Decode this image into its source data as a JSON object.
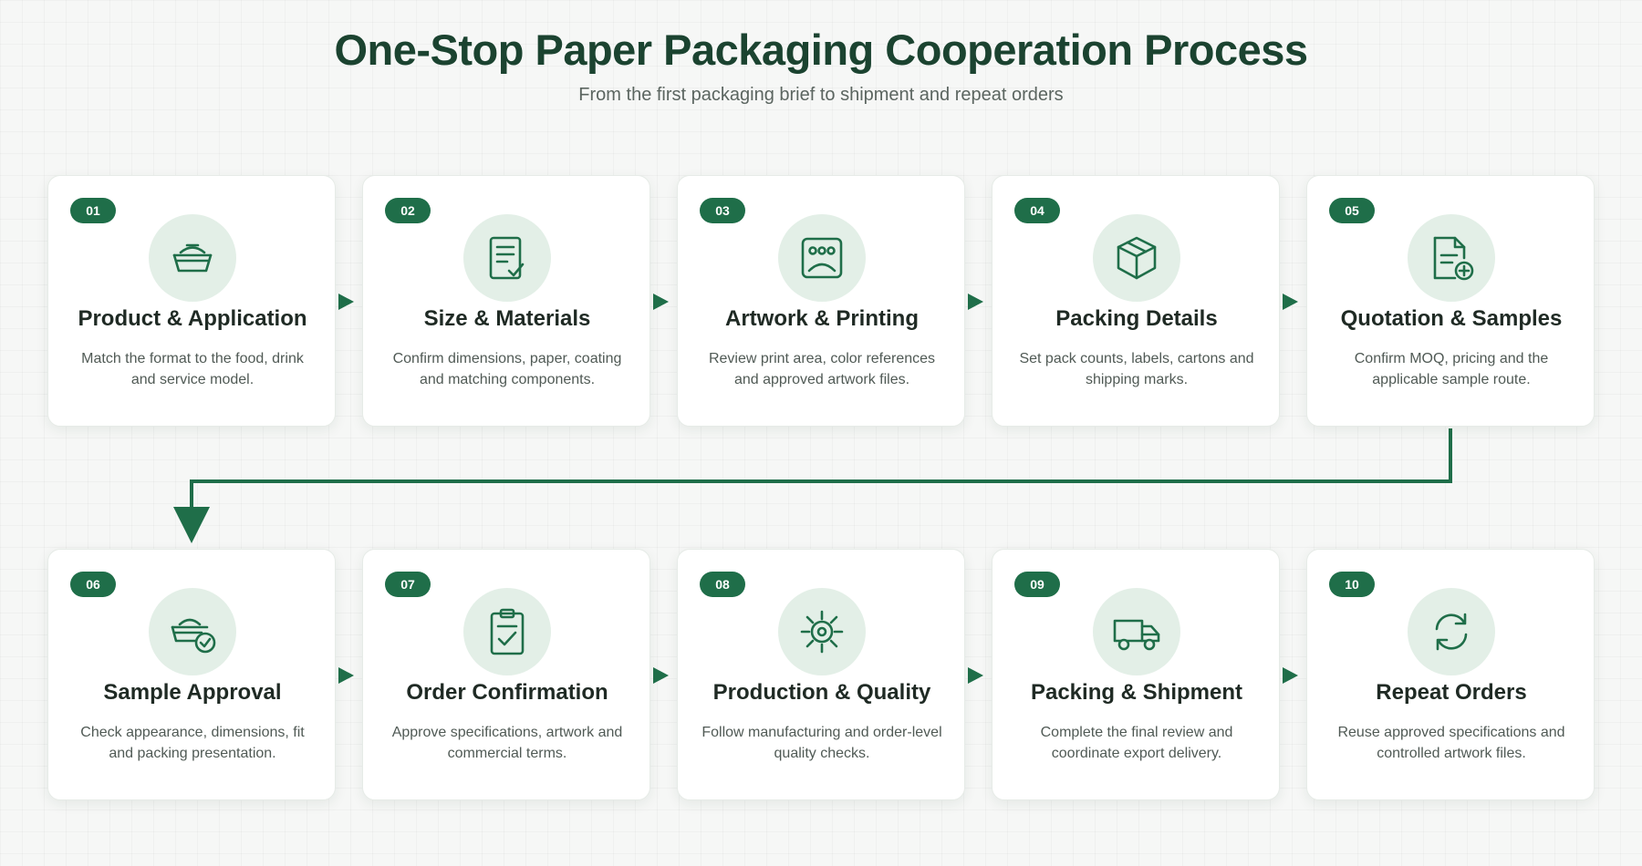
{
  "header": {
    "title": "One-Stop Paper Packaging Cooperation Process",
    "subtitle": "From the first packaging brief to shipment and repeat orders"
  },
  "colors": {
    "primary": "#1f6e49",
    "heading": "#1b4330",
    "icon_background": "#e3efe7",
    "card_background": "#ffffff"
  },
  "steps": [
    {
      "number": "01",
      "title": "Product & Application",
      "description": "Match the format to the food, drink and service model.",
      "icon": "food-container-icon"
    },
    {
      "number": "02",
      "title": "Size & Materials",
      "description": "Confirm dimensions, paper, coating and matching components.",
      "icon": "checklist-document-icon"
    },
    {
      "number": "03",
      "title": "Artwork & Printing",
      "description": "Review print area, color references and approved artwork files.",
      "icon": "artwork-icon"
    },
    {
      "number": "04",
      "title": "Packing Details",
      "description": "Set pack counts, labels, cartons and shipping marks.",
      "icon": "box-icon"
    },
    {
      "number": "05",
      "title": "Quotation & Samples",
      "description": "Confirm MOQ, pricing and the applicable sample route.",
      "icon": "document-add-icon"
    },
    {
      "number": "06",
      "title": "Sample Approval",
      "description": "Check appearance, dimensions, fit and packing presentation.",
      "icon": "approved-container-icon"
    },
    {
      "number": "07",
      "title": "Order Confirmation",
      "description": "Approve specifications, artwork and commercial terms.",
      "icon": "clipboard-check-icon"
    },
    {
      "number": "08",
      "title": "Production & Quality",
      "description": "Follow manufacturing and order-level quality checks.",
      "icon": "production-gear-icon"
    },
    {
      "number": "09",
      "title": "Packing & Shipment",
      "description": "Complete the final review and coordinate export delivery.",
      "icon": "truck-icon"
    },
    {
      "number": "10",
      "title": "Repeat Orders",
      "description": "Reuse approved specifications and controlled artwork files.",
      "icon": "refresh-icon"
    }
  ]
}
